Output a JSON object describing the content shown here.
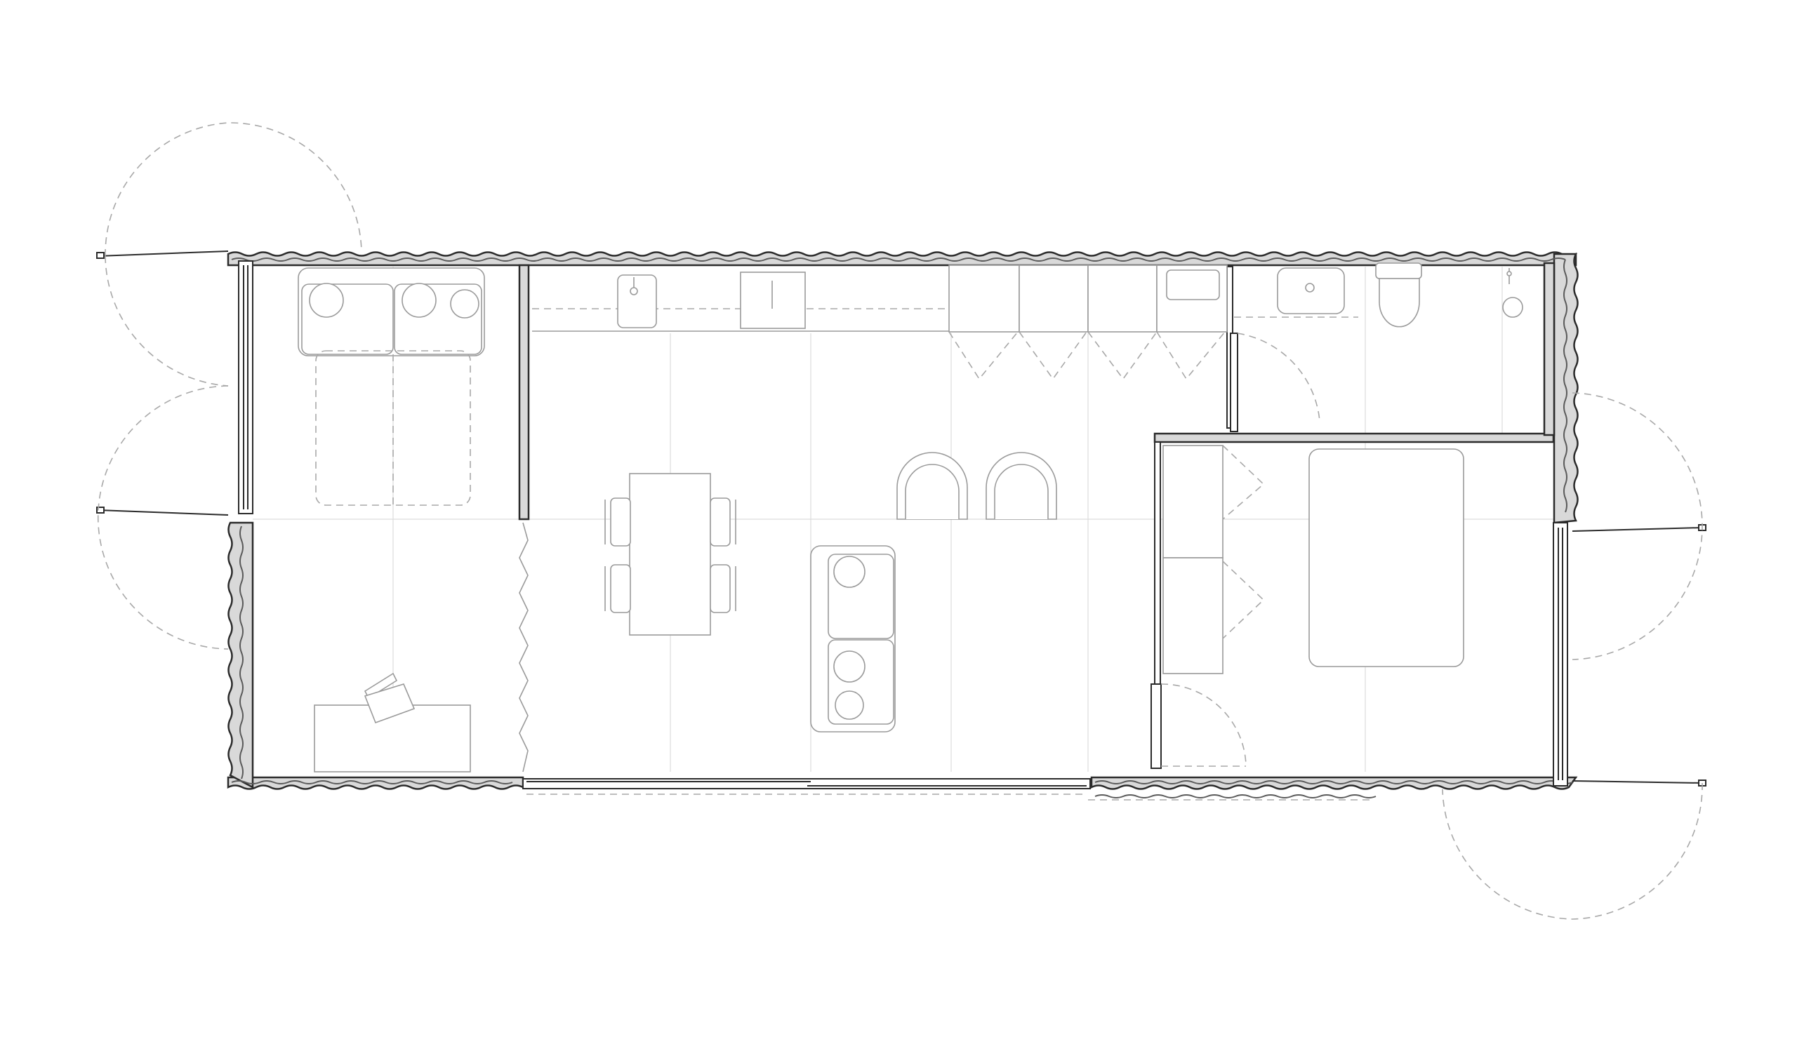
{
  "drawing": {
    "type": "floor-plan",
    "view": "plan",
    "colors": {
      "background": "#ffffff",
      "wall_fill": "#d9d9d9",
      "line_dark": "#2b2b2b",
      "line_light": "#9a9a9a",
      "swing_dash": "#a8a8a8"
    },
    "rooms": [
      "bedroom-1-with-desk",
      "kitchen-dining-living",
      "bathroom",
      "bedroom-2"
    ],
    "furniture": [
      "double-bed",
      "desk",
      "desk-chair",
      "kitchen-sink",
      "cooktop",
      "kitchen-cabinets",
      "dining-table",
      "dining-chairs",
      "armchairs",
      "sofa",
      "bathroom-sink",
      "toilet",
      "shower",
      "wardrobe",
      "queen-bed"
    ],
    "doors": [
      "exterior-door-west-top",
      "exterior-door-west-bottom",
      "exterior-door-east-top",
      "exterior-door-east-bottom",
      "bathroom-door",
      "bedroom-2-door",
      "sliding-door-south"
    ]
  }
}
